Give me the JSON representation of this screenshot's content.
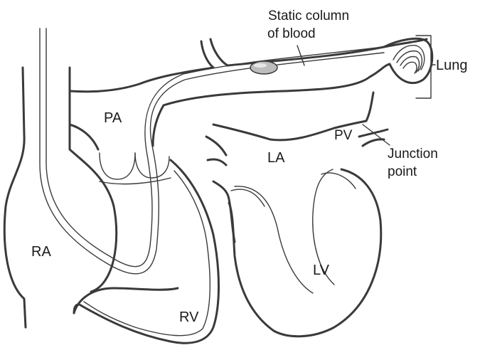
{
  "labels": {
    "static_column_line1": "Static column",
    "static_column_line2": "of blood",
    "lung": "Lung",
    "pa": "PA",
    "pv": "PV",
    "la": "LA",
    "ra": "RA",
    "lv": "LV",
    "rv": "RV",
    "junction_line1": "Junction",
    "junction_line2": "point"
  }
}
